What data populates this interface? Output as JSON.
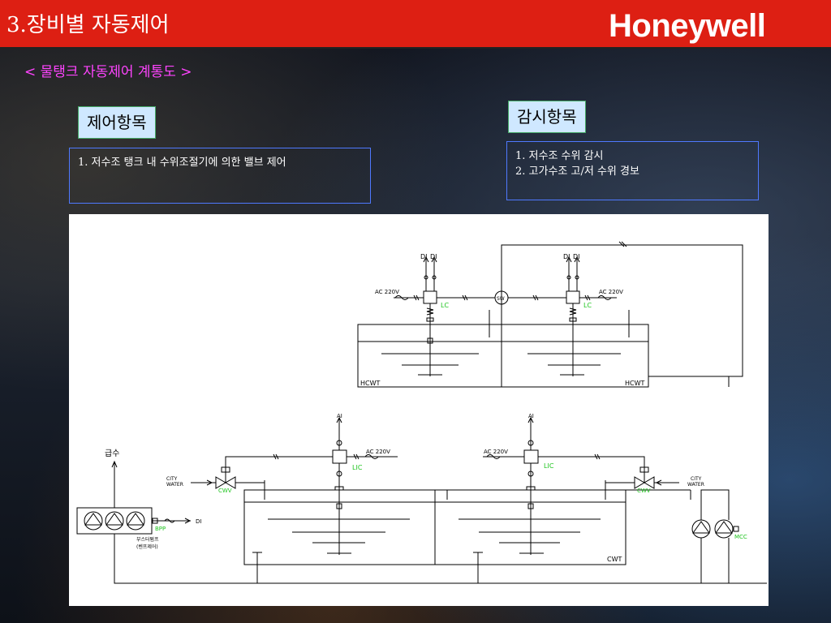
{
  "header": {
    "title": "3.장비별 자동제어",
    "logo": "Honeywell"
  },
  "subtitle": "< 물탱크 자동제어 계통도 >",
  "control": {
    "heading": "제어항목",
    "items": [
      "1. 저수조 탱크 내 수위조절기에 의한 밸브 제어"
    ]
  },
  "monitor": {
    "heading": "감시항목",
    "items": [
      "1. 저수조 수위 감시",
      "2. 고가수조 고/저 수위 경보"
    ]
  },
  "diagram_labels": {
    "di": "DI",
    "ai": "AI",
    "ac": "AC 220V",
    "lc": "LC",
    "lic": "LIC",
    "hcwt": "HCWT",
    "cwt": "CWT",
    "cwv": "CWV",
    "city_water_1": "CITY",
    "city_water_2": "WATER",
    "supply": "급수",
    "bpp": "BPP",
    "booster_1": "부스터펌프",
    "booster_2": "(벤프제어)",
    "mcc": "MCC",
    "sw": "SW"
  },
  "colors": {
    "header_bg": "#dd1f13",
    "subtitle": "#ff44ff",
    "tag_bg": "#cfe8ff",
    "box_border": "#4f79ff",
    "signal_green": "#1ec41e"
  }
}
